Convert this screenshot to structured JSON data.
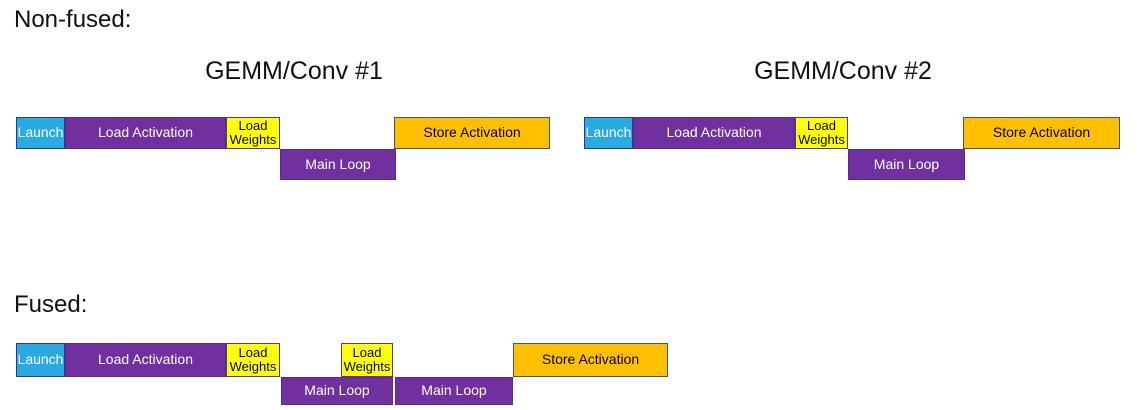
{
  "colors": {
    "launch_fill": "#29ABE2",
    "launch_border": "#2B3990",
    "purple_fill": "#7030A0",
    "purple_border": "#5B2A86",
    "yellow_fill": "#FFFF00",
    "yellow_border": "#4F3A97",
    "orange_fill": "#FFC000",
    "orange_border": "#41566E"
  },
  "sections": {
    "non_fused": {
      "label": "Non-fused:",
      "groups": [
        {
          "title": "GEMM/Conv #1",
          "blocks": [
            {
              "label": "Launch"
            },
            {
              "label": "Load Activation"
            },
            {
              "label": "Load Weights"
            },
            {
              "label": "Main Loop"
            },
            {
              "label": "Store Activation"
            }
          ]
        },
        {
          "title": "GEMM/Conv #2",
          "blocks": [
            {
              "label": "Launch"
            },
            {
              "label": "Load Activation"
            },
            {
              "label": "Load Weights"
            },
            {
              "label": "Main Loop"
            },
            {
              "label": "Store Activation"
            }
          ]
        }
      ]
    },
    "fused": {
      "label": "Fused:",
      "blocks": [
        {
          "label": "Launch"
        },
        {
          "label": "Load Activation"
        },
        {
          "label": "Load Weights"
        },
        {
          "label": "Main Loop"
        },
        {
          "label": "Load Weights"
        },
        {
          "label": "Main Loop"
        },
        {
          "label": "Store Activation"
        }
      ]
    }
  }
}
